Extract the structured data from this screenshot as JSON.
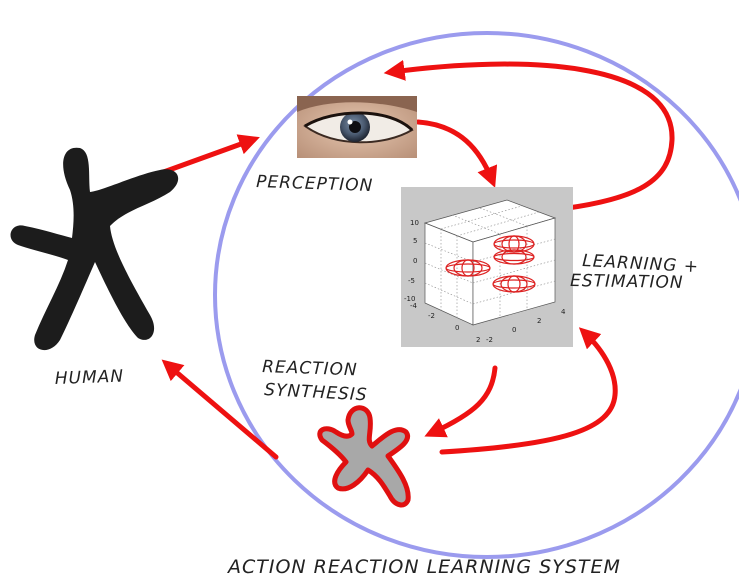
{
  "labels": {
    "perception": "PERCEPTION",
    "learning_line1": "LEARNING +",
    "learning_line2": "ESTIMATION",
    "reaction_line1": "REACTION",
    "reaction_line2": "SYNTHESIS",
    "human": "HUMAN",
    "system": "ACTION REACTION LEARNING SYSTEM"
  },
  "plot": {
    "z_ticks": [
      "10",
      "5",
      "0",
      "-5",
      "-10"
    ],
    "y_ticks": [
      "-4",
      "-2",
      "0",
      "2"
    ],
    "x_ticks": [
      "-2",
      "0",
      "2",
      "4"
    ]
  },
  "colors": {
    "circle": "#9b9bee",
    "arrow": "#ee1111",
    "human": "#1c1c1c",
    "reaction_fill": "#a8a8a8",
    "reaction_outline": "#e01010",
    "plot_bg": "#c8c8c8",
    "ellipsoid": "#dd2222"
  },
  "icons": {
    "human": "human-stick-figure-icon",
    "reaction": "reaction-figure-icon",
    "eye": "eye-photo-icon"
  }
}
